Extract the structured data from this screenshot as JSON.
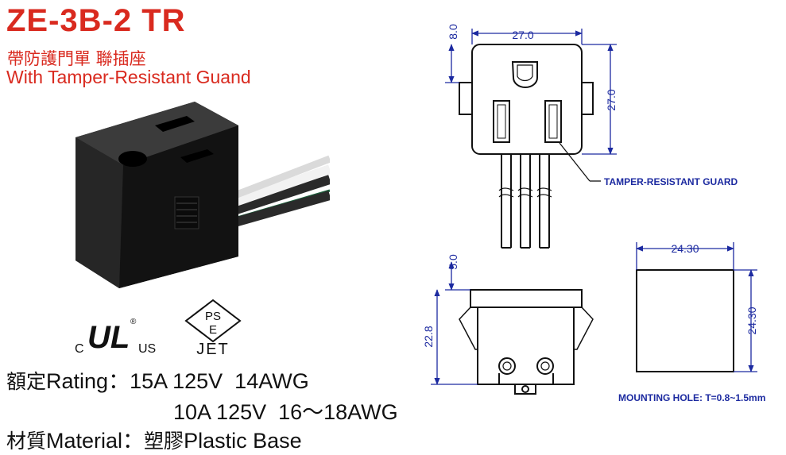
{
  "header": {
    "model": "ZE-3B-2 TR",
    "subtitle_cn": "帶防護門單 聯插座",
    "subtitle_en": "With Tamper-Resistant Guand"
  },
  "certifications": {
    "ul_mark": {
      "letters": "UL",
      "left": "C",
      "right": "US",
      "registered": "®"
    },
    "pse_mark": {
      "top": "PS",
      "bottom": "E",
      "label": "JET"
    }
  },
  "specs": {
    "rating_label_cn": "額定",
    "rating_label_en": "Rating：",
    "rating_line1": "15A 125V  14AWG",
    "rating_line2": "10A 125V  16～18AWG",
    "material_label_cn": "材質",
    "material_label_en": "Material：",
    "material_value_cn": "塑膠",
    "material_value_en": "Plastic Base"
  },
  "drawings": {
    "front": {
      "dim_top": "27.0",
      "dim_left": "8.0",
      "dim_right": "27.0",
      "callout": "TAMPER-RESISTANT GUARD"
    },
    "side": {
      "dim_top": "5.0",
      "dim_left": "22.8"
    },
    "mounting": {
      "dim_top": "24.30",
      "dim_right": "24.30",
      "caption": "MOUNTING HOLE: T=0.8~1.5mm"
    }
  },
  "colors": {
    "accent": "#d92a1f",
    "drawing_blue": "#1c2aa0"
  }
}
